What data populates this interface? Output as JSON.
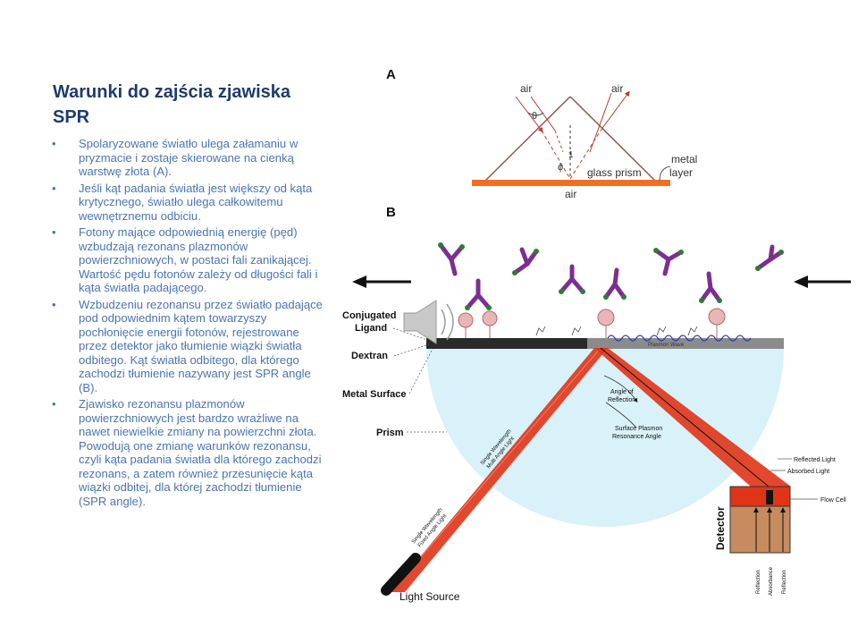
{
  "slide": {
    "title": "Warunki do  zajścia zjawiska SPR",
    "bullet_char": "•",
    "bullets": [
      "Spolaryzowane światło ulega załamaniu w pryzmacie i zostaje skierowane na cienką warstwę złota (A).",
      "Jeśli kąt padania światła jest większy od kąta krytycznego,  światło ulega całkowitemu wewnętrznemu odbiciu.",
      "Fotony mające odpowiednią energię (pęd) wzbudzają rezonans plazmonów powierzchniowych, w postaci fali zanikającej. Wartość pędu fotonów zależy od długości fali i kąta światła padającego.",
      "Wzbudzeniu rezonansu przez światło padające pod odpowiednim kątem towarzyszy pochłonięcie energii fotonów, rejestrowane przez detektor jako tłumienie wiązki światła odbitego. Kąt światła odbitego, dla którego zachodzi tłumienie nazywany jest SPR angle (B).",
      "Zjawisko rezonansu plazmonów powierzchniowych jest bardzo wrażliwe na nawet niewielkie zmiany na powierzchni złota. Powodują one zmianę warunków rezonansu, czyli kąta padania światła dla którego zachodzi rezonans, a zatem również przesunięcie kąta wiązki odbitej, dla której zachodzi tłumienie (SPR angle)."
    ]
  },
  "figure_a": {
    "letter": "A",
    "air_left": "air",
    "air_right": "air",
    "theta": "θ",
    "phi": "ϕ",
    "one": "1",
    "glass_prism": "glass prism",
    "air_bottom": "air",
    "metal_layer_1": "metal",
    "metal_layer_2": "layer"
  },
  "figure_b": {
    "letter": "B",
    "conjugated_ligand_1": "Conjugated",
    "conjugated_ligand_2": "Ligand",
    "dextran": "Dextran",
    "metal_surface": "Metal Surface",
    "prism": "Prism",
    "plasmon_wave": "Plasmon Wave",
    "angle_of_reflection_1": "Angle of",
    "angle_of_reflection_2": "Reflection",
    "spr_angle_1": "Surface Plasmon",
    "spr_angle_2": "Resonance Angle",
    "reflected_light": "Reflected Light",
    "absorbed_light": "Absorbed Light",
    "flow_cell": "Flow Cell",
    "detector": "Detector",
    "beam_in_1": "Single Wavelength",
    "beam_in_2": "Multi Angle Light",
    "beam_src_1": "Single Wavelength",
    "beam_src_2": "Fixed Angle Light",
    "reflection_a": "Reflection",
    "absorbance": "Absorbance",
    "reflection_b": "Reflection",
    "light_source": "Light Source"
  },
  "colors": {
    "title": "#1f3b6e",
    "bullet_text": "#4a74b4",
    "beam_red": "#e03418",
    "prism_fill": "#d9f1f8",
    "metal_layer_orange": "#f26f21",
    "antibody_purple": "#7b2f91",
    "antibody_green": "#2e7d32"
  }
}
